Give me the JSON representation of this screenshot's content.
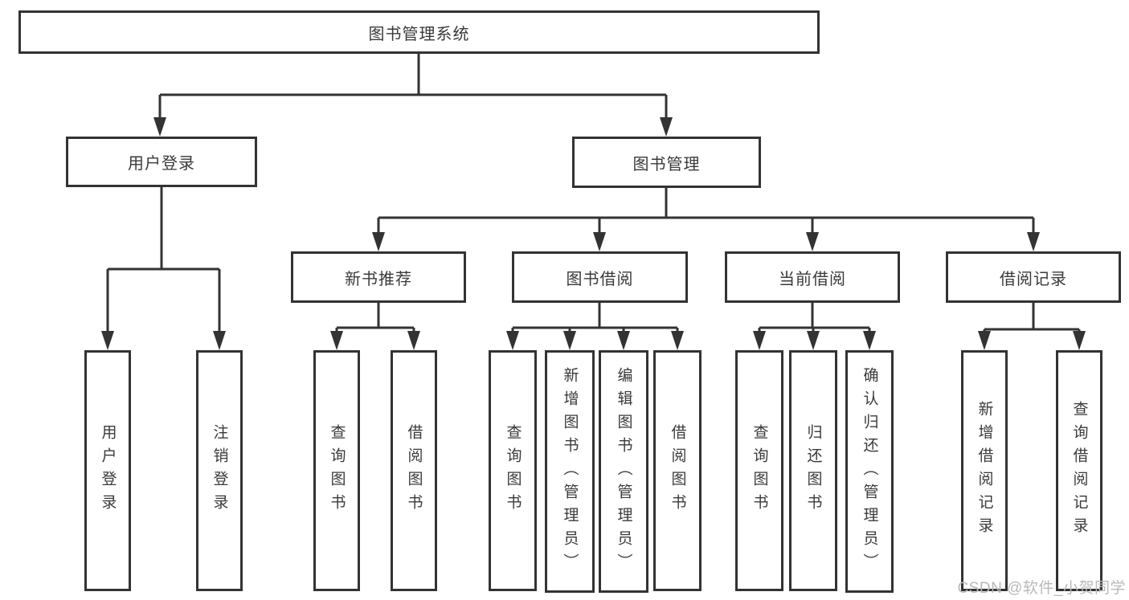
{
  "diagram": {
    "title_hint": "library management system functional structure",
    "root": {
      "label": "图书管理系统"
    },
    "branches": [
      {
        "label": "用户登录",
        "children": [
          {
            "label": "用户登录"
          },
          {
            "label": "注销登录"
          }
        ]
      },
      {
        "label": "图书管理",
        "children": [
          {
            "label": "新书推荐",
            "children": [
              {
                "label": "查询图书"
              },
              {
                "label": "借阅图书"
              }
            ]
          },
          {
            "label": "图书借阅",
            "children": [
              {
                "label": "查询图书"
              },
              {
                "label": "新增图书（管理员）"
              },
              {
                "label": "编辑图书（管理员）"
              },
              {
                "label": "借阅图书"
              }
            ]
          },
          {
            "label": "当前借阅",
            "children": [
              {
                "label": "查询图书"
              },
              {
                "label": "归还图书"
              },
              {
                "label": "确认归还（管理员）"
              }
            ]
          },
          {
            "label": "借阅记录",
            "children": [
              {
                "label": "新增借阅记录"
              },
              {
                "label": "查询借阅记录"
              }
            ]
          }
        ]
      }
    ]
  },
  "watermark": {
    "text": "CSDN @软件_小贺同学",
    "color": "#b9b9b9"
  },
  "colors": {
    "line": "#333333",
    "box_border": "#333333",
    "text": "#3a3a3a",
    "background": "#ffffff"
  }
}
